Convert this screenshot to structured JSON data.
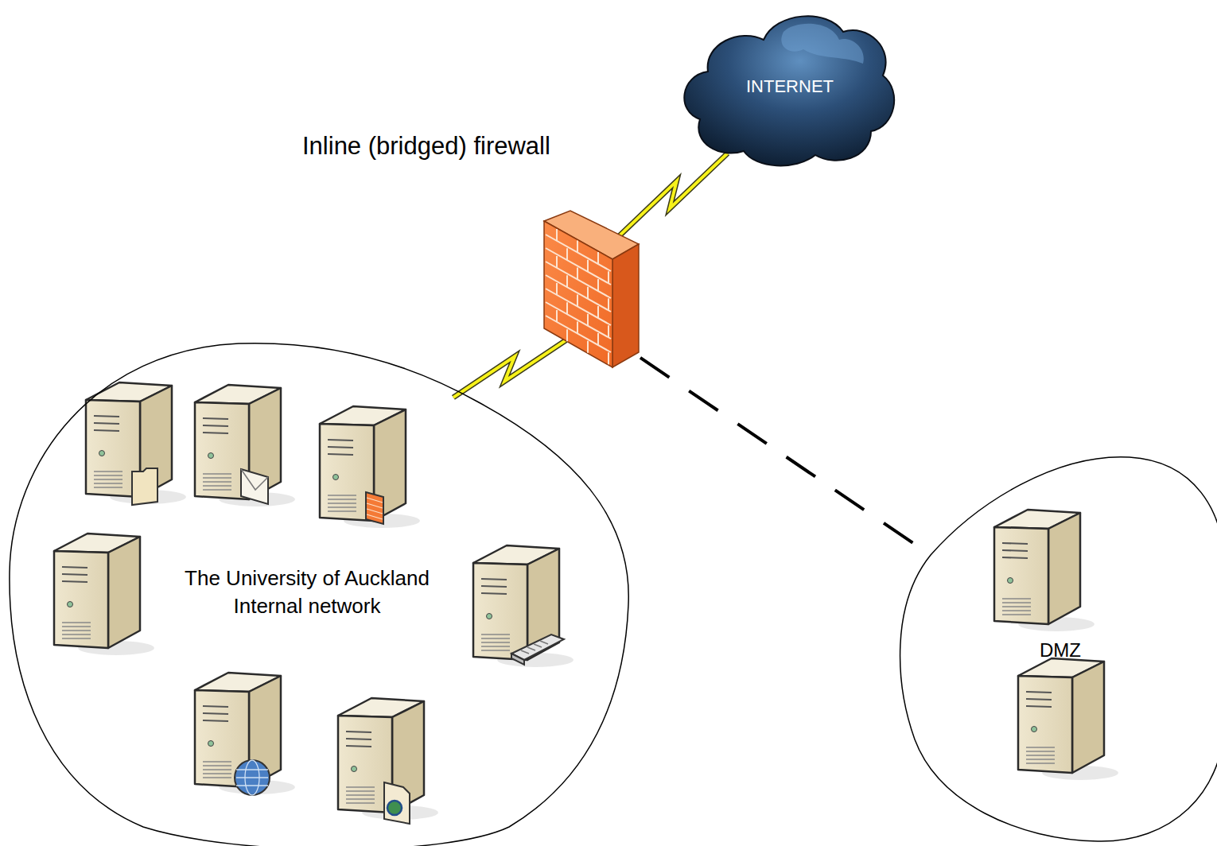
{
  "diagram": {
    "nodes": [
      {
        "text": [
          "INTERNET"
        ]
      },
      {
        "text": [
          "Inline (bridged) firewall"
        ]
      },
      {
        "text": [
          "The University of Auckland Internal network"
        ]
      },
      {
        "text": [
          "DMZ"
        ]
      }
    ],
    "edges": [
      {
        "from": 0,
        "to": 1,
        "arrow": "none"
      },
      {
        "from": 1,
        "to": 2,
        "arrow": "none"
      },
      {
        "from": 1,
        "to": 3,
        "arrow": "none"
      }
    ]
  }
}
